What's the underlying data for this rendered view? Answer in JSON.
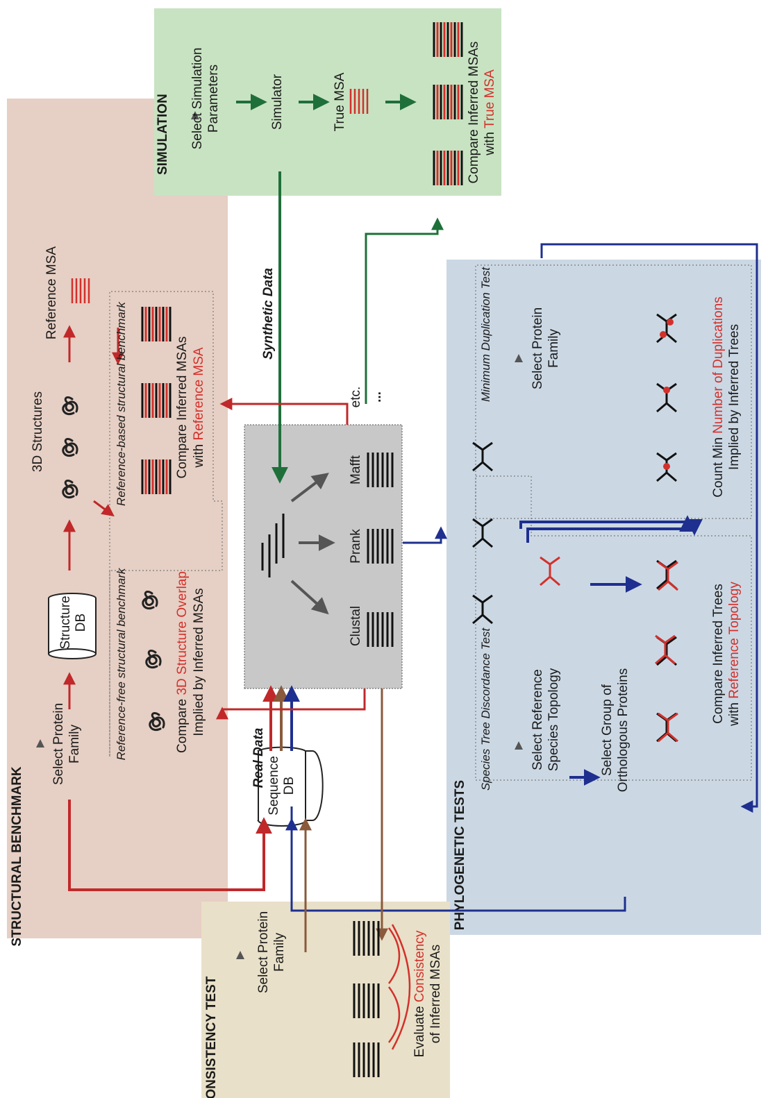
{
  "colors": {
    "red": "#d3302b",
    "brown": "#8a5a3c",
    "blue": "#1e2f8f",
    "green": "#1f6f3a",
    "structural_bg": "#e6cfc4",
    "simulation_bg": "#c8e3c2",
    "phylo_bg": "#cbd8e4",
    "consistency_bg": "#e8e0c8",
    "msa_box_bg": "#c8c8c8"
  },
  "structural": {
    "title": "STRUCTURAL BENCHMARK",
    "select_line1": "Select Protein",
    "select_line2": "Family",
    "structure_db_line1": "Structure",
    "structure_db_line2": "DB",
    "structures_label": "3D Structures",
    "ref_free_label": "Reference-free structural benchmark",
    "compare_free_pre": "Compare ",
    "compare_free_hl": "3D Structure Overlap",
    "compare_free_line2": "Implied by Inferred MSAs",
    "ref_based_label": "Reference-based structural benchmark",
    "reference_msa": "Reference MSA",
    "compare_based_line1": "Compare Inferred MSAs",
    "compare_based_pre": "with ",
    "compare_based_hl": "Reference MSA"
  },
  "simulation": {
    "title": "SIMULATION",
    "select_line1": "Select Simulation",
    "select_line2": "Parameters",
    "simulator": "Simulator",
    "true_msa": "True MSA",
    "compare_line1": "Compare Inferred MSAs",
    "compare_pre": "with ",
    "compare_hl": "True MSA"
  },
  "center": {
    "synthetic": "Synthetic Data",
    "real": "Real Data",
    "sequence_db_line1": "Sequence",
    "sequence_db_line2": "DB",
    "aligners": [
      "Clustal",
      "Prank",
      "Mafft",
      "etc."
    ],
    "more": "..."
  },
  "phylo": {
    "title": "PHYLOGENETIC TESTS",
    "species_test": "Species Tree Discordance Test",
    "select_ref_line1": "Select Reference",
    "select_ref_line2": "Species Topology",
    "select_group_line1": "Select Group of",
    "select_group_line2": "Orthologous Proteins",
    "compare_line1": "Compare Inferred Trees",
    "compare_pre": "with ",
    "compare_hl": "Reference Topology",
    "min_dup_test": "Minimum Duplication Test",
    "select_line1": "Select Protein",
    "select_line2": "Family",
    "count_pre": "Count Min ",
    "count_hl": "Number of Duplications",
    "count_line2": "Implied by Inferred Trees"
  },
  "consistency": {
    "title": "CONSISTENCY TEST",
    "select_line1": "Select Protein",
    "select_line2": "Family",
    "eval_pre": "Evaluate ",
    "eval_hl": "Consistency",
    "eval_line2": "of Inferred MSAs"
  }
}
